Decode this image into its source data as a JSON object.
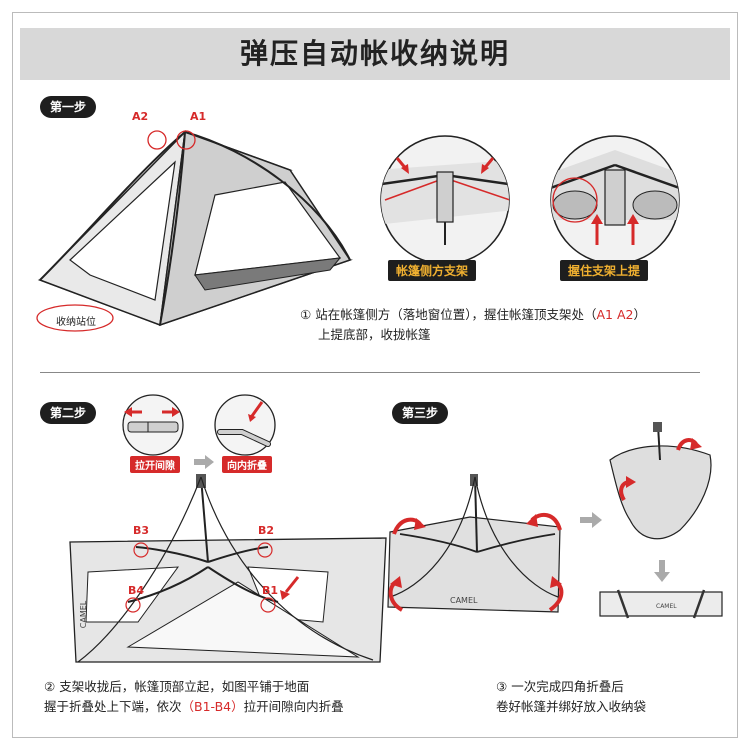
{
  "title": "弹压自动帐收纳说明",
  "step1": {
    "badge": "第一步",
    "marker_a1": "A1",
    "marker_a2": "A2",
    "stand_label": "收纳站位",
    "label_side": "帐篷侧方支架",
    "label_lift": "握住支架上提",
    "note_num": "①",
    "note_line1_a": "站在帐篷侧方（落地窗位置），握住帐篷顶支架处（",
    "note_line1_hl": "A1 A2",
    "note_line1_b": "）",
    "note_line2": "上提底部，收拢帐篷"
  },
  "step2": {
    "badge": "第二步",
    "label_pull": "拉开间隙",
    "label_fold": "向内折叠",
    "markers": [
      "B1",
      "B2",
      "B3",
      "B4"
    ],
    "brand": "CAMEL",
    "note_num": "②",
    "note_line1": "支架收拢后，帐篷顶部立起，如图平铺于地面",
    "note_line2_a": "握于折叠处上下端，依次",
    "note_line2_hl": "（B1-B4）",
    "note_line2_b": "拉开间隙向内折叠"
  },
  "step3": {
    "badge": "第三步",
    "brand": "CAMEL",
    "note_num": "③",
    "note_line1": "一次完成四角折叠后",
    "note_line2": "卷好帐篷并绑好放入收纳袋"
  },
  "colors": {
    "accent_red": "#d62a2a",
    "label_gold": "#f0b030",
    "badge_dark": "#1e1e1e",
    "tent_grey": "#c8c8c8"
  }
}
